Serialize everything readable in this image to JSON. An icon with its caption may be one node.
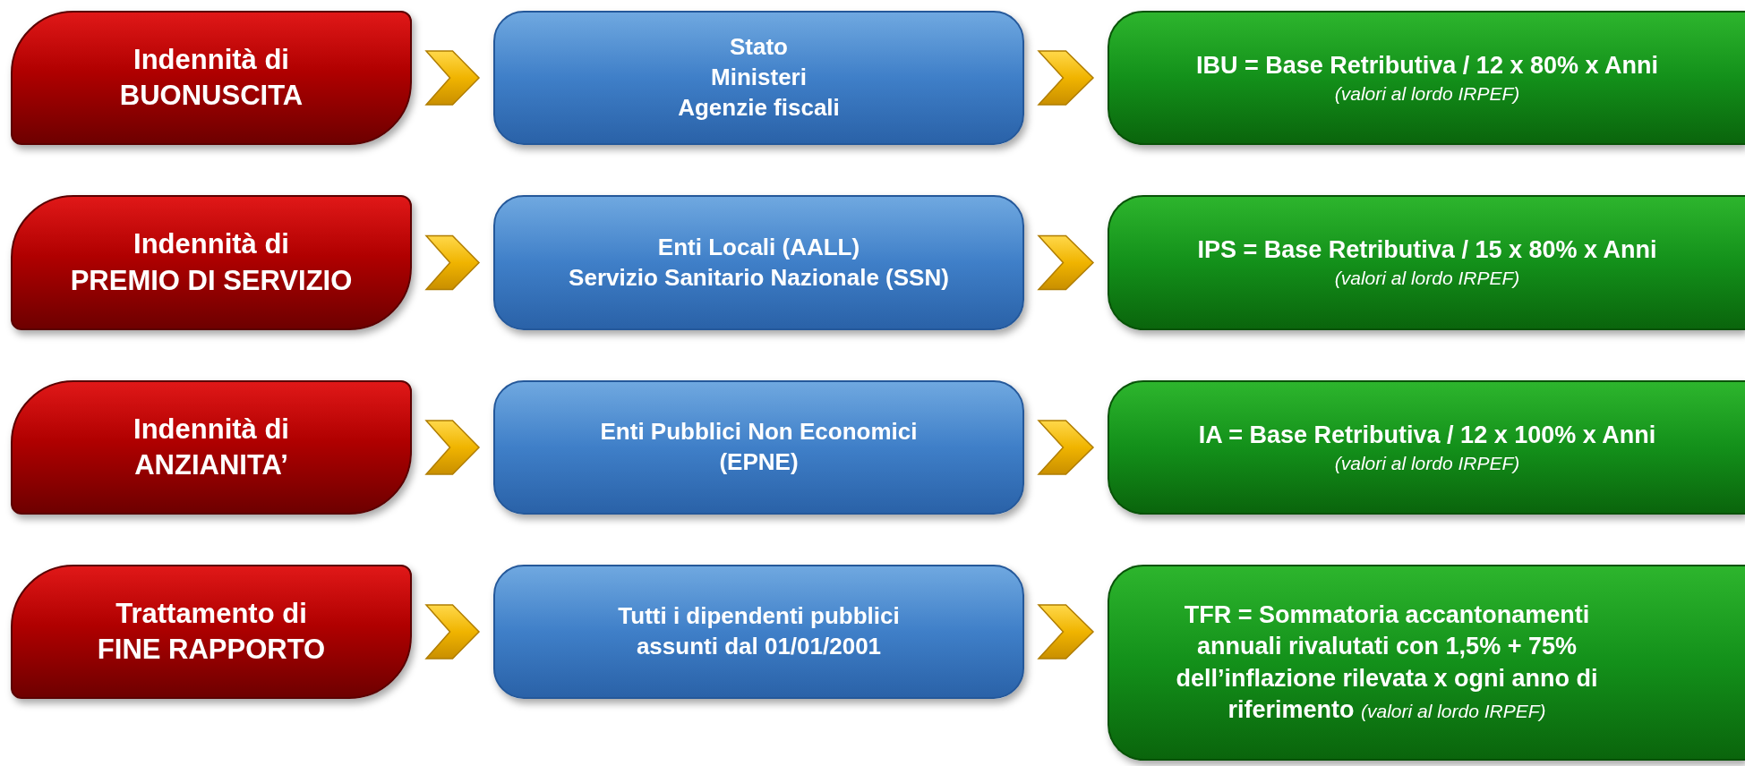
{
  "diagram": {
    "nodes": [
      {
        "text": [
          "Indennità di",
          "BUONUSCITA"
        ]
      },
      {
        "text": [
          "Stato",
          "Ministeri",
          "Agenzie fiscali"
        ]
      },
      {
        "text": [
          "IBU = Base Retributiva / 12 x 80% x Anni",
          "(valori al lordo IRPEF)"
        ]
      },
      {
        "text": [
          "Indennità di",
          "PREMIO DI SERVIZIO"
        ]
      },
      {
        "text": [
          "Enti Locali (AALL)",
          "Servizio Sanitario Nazionale (SSN)"
        ]
      },
      {
        "text": [
          "IPS = Base Retributiva / 15 x 80% x Anni",
          "(valori al lordo IRPEF)"
        ]
      },
      {
        "text": [
          "Indennità di",
          "ANZIANITA’"
        ]
      },
      {
        "text": [
          "Enti Pubblici Non Economici",
          "(EPNE)"
        ]
      },
      {
        "text": [
          "IA = Base Retributiva / 12 x 100% x Anni",
          "(valori al lordo IRPEF)"
        ]
      },
      {
        "text": [
          "Trattamento di",
          "FINE RAPPORTO"
        ]
      },
      {
        "text": [
          "Tutti i dipendenti pubblici",
          "assunti dal 01/01/2001"
        ]
      },
      {
        "text": [
          "TFR = Sommatoria accantonamenti annuali rivalutati con 1,5% + 75% dell’inflazione rilevata x ogni anno di riferimento *(valori al lordo IRPEF)*"
        ]
      }
    ],
    "edges": [
      {
        "from": 0,
        "to": 1,
        "arrow": "to"
      },
      {
        "from": 1,
        "to": 2,
        "arrow": "to"
      },
      {
        "from": 3,
        "to": 4,
        "arrow": "to"
      },
      {
        "from": 4,
        "to": 5,
        "arrow": "to"
      },
      {
        "from": 6,
        "to": 7,
        "arrow": "to"
      },
      {
        "from": 7,
        "to": 8,
        "arrow": "to"
      },
      {
        "from": 9,
        "to": 10,
        "arrow": "to"
      },
      {
        "from": 10,
        "to": 11,
        "arrow": "to"
      }
    ]
  }
}
